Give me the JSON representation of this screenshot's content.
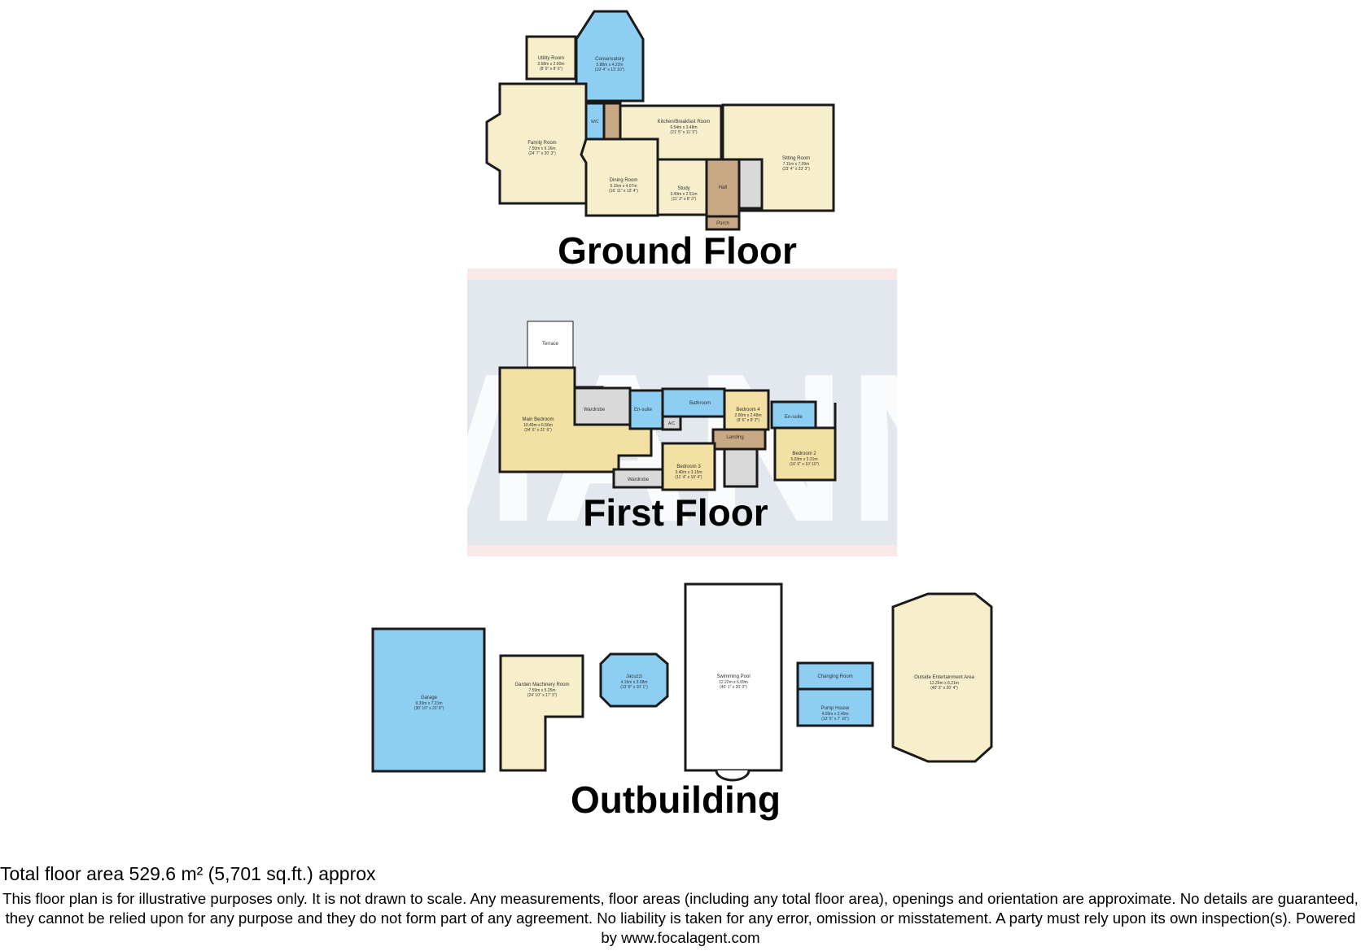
{
  "floors": {
    "ground": {
      "title": "Ground Floor",
      "rooms": [
        {
          "name": "Utility Room",
          "dims": "2.68m x 2.60m",
          "imperial": "(8' 9\" x 8' 6\")"
        },
        {
          "name": "Conservatory",
          "dims": "5.88m x 4.22m",
          "imperial": "(19' 4\" x 13' 10\")"
        },
        {
          "name": "Family Room",
          "dims": "7.50m x 6.16m",
          "imperial": "(24' 7\" x 20' 3\")"
        },
        {
          "name": "Kitchen/Breakfast Room",
          "dims": "6.54m x 3.48m",
          "imperial": "(21' 5\" x 11' 5\")"
        },
        {
          "name": "Sitting Room",
          "dims": "7.11m x 7.09m",
          "imperial": "(23' 4\" x 23' 3\")"
        },
        {
          "name": "Dining Room",
          "dims": "5.15m x 4.07m",
          "imperial": "(16' 11\" x 13' 4\")"
        },
        {
          "name": "Study",
          "dims": "3.43m x 2.51m",
          "imperial": "(11' 3\" x 8' 3\")"
        },
        {
          "name": "Hall",
          "dims": "",
          "imperial": ""
        },
        {
          "name": "Porch",
          "dims": "",
          "imperial": ""
        },
        {
          "name": "W/C",
          "dims": "",
          "imperial": ""
        }
      ]
    },
    "first": {
      "title": "First Floor",
      "rooms": [
        {
          "name": "Terrace",
          "dims": "",
          "imperial": ""
        },
        {
          "name": "Main Bedroom",
          "dims": "10.49m x 6.56m",
          "imperial": "(34' 5\" x 21' 6\")"
        },
        {
          "name": "Wardrobe",
          "dims": "",
          "imperial": ""
        },
        {
          "name": "En-suite",
          "dims": "",
          "imperial": ""
        },
        {
          "name": "Bathroom",
          "dims": "",
          "imperial": ""
        },
        {
          "name": "Bedroom 4",
          "dims": "2.90m x 2.49m",
          "imperial": "(9' 6\" x 8' 2\")"
        },
        {
          "name": "En-suite",
          "dims": "",
          "imperial": ""
        },
        {
          "name": "Bedroom 2",
          "dims": "5.03m x 3.31m",
          "imperial": "(16' 6\" x 10' 10\")"
        },
        {
          "name": "Landing",
          "dims": "",
          "imperial": ""
        },
        {
          "name": "Bedroom 3",
          "dims": "3.40m x 3.15m",
          "imperial": "(11' 4\" x 10' 4\")"
        },
        {
          "name": "Wardrobe",
          "dims": "",
          "imperial": ""
        },
        {
          "name": "A/C",
          "dims": "",
          "imperial": ""
        }
      ]
    },
    "outbuilding": {
      "title": "Outbuilding",
      "rooms": [
        {
          "name": "Garage",
          "dims": "9.39m x 7.21m",
          "imperial": "(30' 10\" x 23' 8\")"
        },
        {
          "name": "Garden Machinery Room",
          "dims": "7.59m x 5.25m",
          "imperial": "(24' 10\" x 17' 3\")"
        },
        {
          "name": "Jacuzzi",
          "dims": "4.15m x 3.08m",
          "imperial": "(13' 8\" x 10' 1\")"
        },
        {
          "name": "Swimming Pool",
          "dims": "12.22m x 6.09m",
          "imperial": "(40' 1\" x 20' 0\")"
        },
        {
          "name": "Changing Room",
          "dims": "",
          "imperial": ""
        },
        {
          "name": "Pump House",
          "dims": "4.09m x 2.40m",
          "imperial": "(13' 5\" x 7' 10\")"
        },
        {
          "name": "Outside Entertainment Area",
          "dims": "12.26m x 6.21m",
          "imperial": "(40' 3\" x 20' 4\")"
        }
      ]
    }
  },
  "watermark": "MANN",
  "total_area": "Total floor area 529.6 m² (5,701 sq.ft.) approx",
  "disclaimer": "This floor plan is for illustrative purposes only. It is not drawn to scale. Any measurements, floor areas (including any total floor area), openings and orientation are approximate. No details are guaranteed, they cannot be relied upon for any purpose and they do not form part of any agreement. No liability is taken for any error, omission or misstatement. A party must rely upon its own inspection(s). Powered by www.focalagent.com",
  "colors": {
    "room_cream": "#f7efcb",
    "room_blue": "#8fcef3",
    "room_tan": "#c9a884",
    "room_grey": "#d9d9d9",
    "first_floor_tan": "#f3e1a4",
    "wall": "#1a1a1a",
    "watermark_band": "#e3e7ee",
    "watermark_pink": "#f6d7d7"
  }
}
